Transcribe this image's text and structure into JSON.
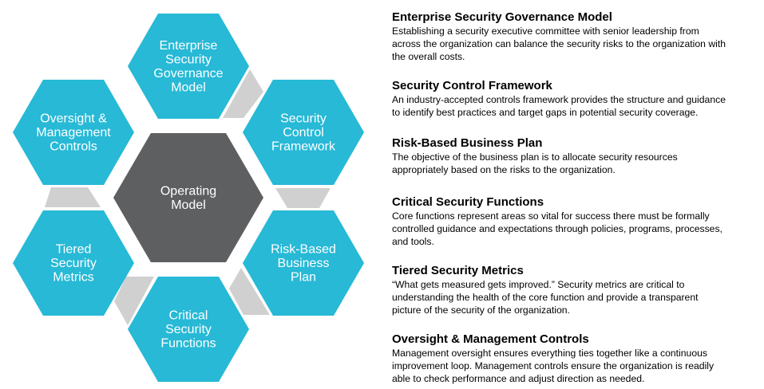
{
  "colors": {
    "hex_fill": "#27B9D6",
    "center_fill": "#5E5F61",
    "connector": "#D0D0D0"
  },
  "diagram": {
    "center": {
      "lines": [
        "Operating",
        "Model"
      ]
    },
    "hexes": [
      {
        "id": "governance",
        "lines": [
          "Enterprise",
          "Security",
          "Governance",
          "Model"
        ]
      },
      {
        "id": "control-framework",
        "lines": [
          "Security",
          "Control",
          "Framework"
        ]
      },
      {
        "id": "business-plan",
        "lines": [
          "Risk-Based",
          "Business",
          "Plan"
        ]
      },
      {
        "id": "critical-functions",
        "lines": [
          "Critical",
          "Security",
          "Functions"
        ]
      },
      {
        "id": "metrics",
        "lines": [
          "Tiered",
          "Security",
          "Metrics"
        ]
      },
      {
        "id": "oversight",
        "lines": [
          "Oversight &",
          "Management",
          "Controls"
        ]
      }
    ]
  },
  "sections": [
    {
      "title": "Enterprise Security Governance Model",
      "lines": [
        "Establishing a security executive committee with senior leadership from",
        "across the organization can balance the security risks to the organization with",
        "the overall costs."
      ]
    },
    {
      "title": "Security Control Framework",
      "lines": [
        "An industry-accepted controls framework provides the structure and guidance",
        "to identify best practices and target gaps in potential security coverage."
      ]
    },
    {
      "title": "Risk-Based Business Plan",
      "lines": [
        "The objective of the business plan is to allocate security resources",
        "appropriately based on the risks to the organization."
      ]
    },
    {
      "title": "Critical Security Functions",
      "lines": [
        "Core functions represent areas so vital for success there must be formally",
        "controlled guidance and expectations through policies, programs, processes,",
        "and tools."
      ]
    },
    {
      "title": "Tiered Security Metrics",
      "lines": [
        "“What gets measured gets improved.” Security metrics are critical to",
        "understanding the health of the core function and provide a transparent",
        "picture of the security of the organization."
      ]
    },
    {
      "title": "Oversight & Management Controls",
      "lines": [
        "Management oversight ensures everything ties together like a continuous",
        "improvement loop. Management controls ensure the organization is readily",
        "able to check performance and adjust direction as needed."
      ]
    }
  ]
}
